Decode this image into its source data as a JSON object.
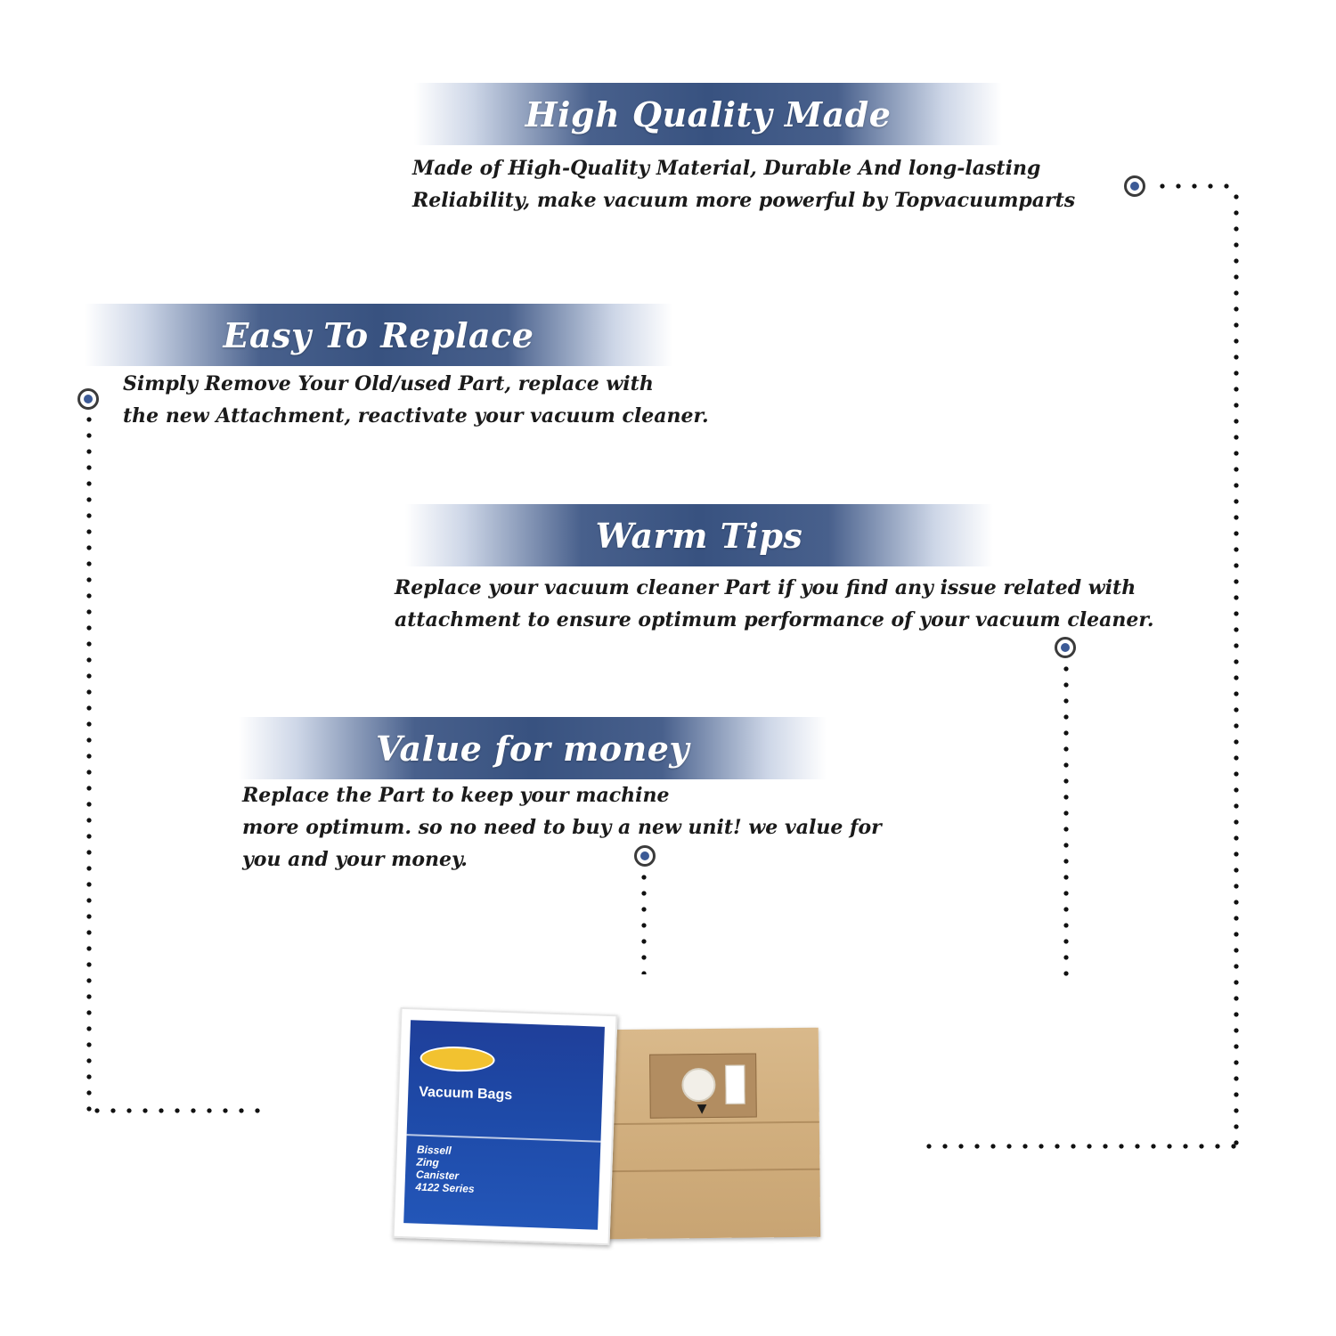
{
  "sections": [
    {
      "title": "High Quality Made",
      "lines": [
        "Made of  High-Quality Material, Durable And long-lasting",
        "Reliability, make vacuum more powerful by Topvacuumparts"
      ]
    },
    {
      "title": "Easy To Replace",
      "lines": [
        "Simply Remove Your Old/used Part, replace with",
        "the new Attachment, reactivate your vacuum cleaner."
      ]
    },
    {
      "title": "Warm Tips",
      "lines": [
        "Replace your vacuum cleaner Part if you find any issue related with",
        " attachment to ensure optimum performance of your vacuum cleaner."
      ]
    },
    {
      "title": "Value for money",
      "lines": [
        "Replace the Part to keep your machine",
        "more optimum. so no need to buy a new unit! we value for",
        "you and your money."
      ]
    }
  ],
  "product": {
    "packet_title": "Vacuum Bags",
    "packet_lines": [
      "Bissell",
      "Zing",
      "Canister",
      "4122 Series"
    ]
  },
  "colors": {
    "banner_blue": "#385280",
    "marker_blue": "#3c5a96",
    "text": "#1a1a1a"
  }
}
